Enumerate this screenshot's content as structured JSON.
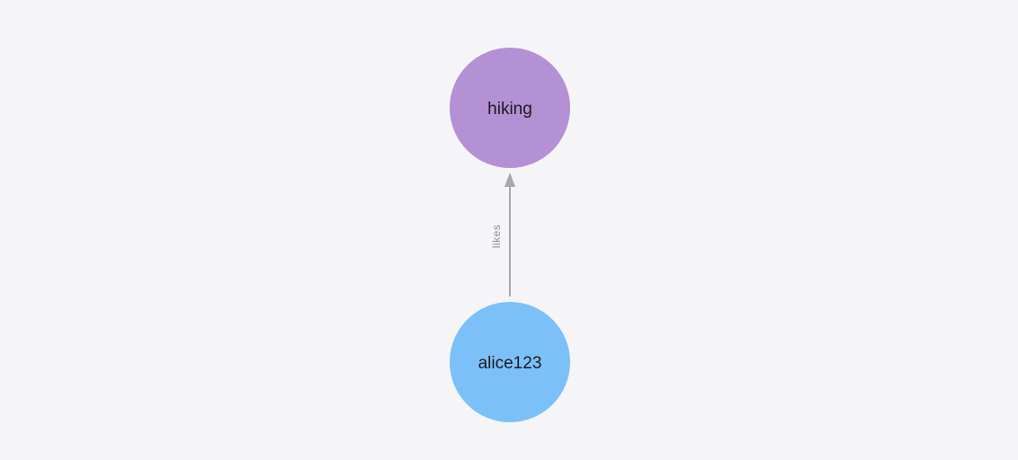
{
  "canvas": {
    "background": "#f5f5f7"
  },
  "graph": {
    "nodes": [
      {
        "id": "hiking",
        "label": "hiking",
        "color": "#b490d4",
        "text_color": "#1b1b1f",
        "shape": "circle"
      },
      {
        "id": "alice123",
        "label": "alice123",
        "color": "#7cc0fa",
        "text_color": "#1b1b1f",
        "shape": "circle"
      }
    ],
    "edges": [
      {
        "from": "alice123",
        "to": "hiking",
        "label": "likes",
        "color": "#a7a7b0",
        "direction": "up"
      }
    ]
  }
}
